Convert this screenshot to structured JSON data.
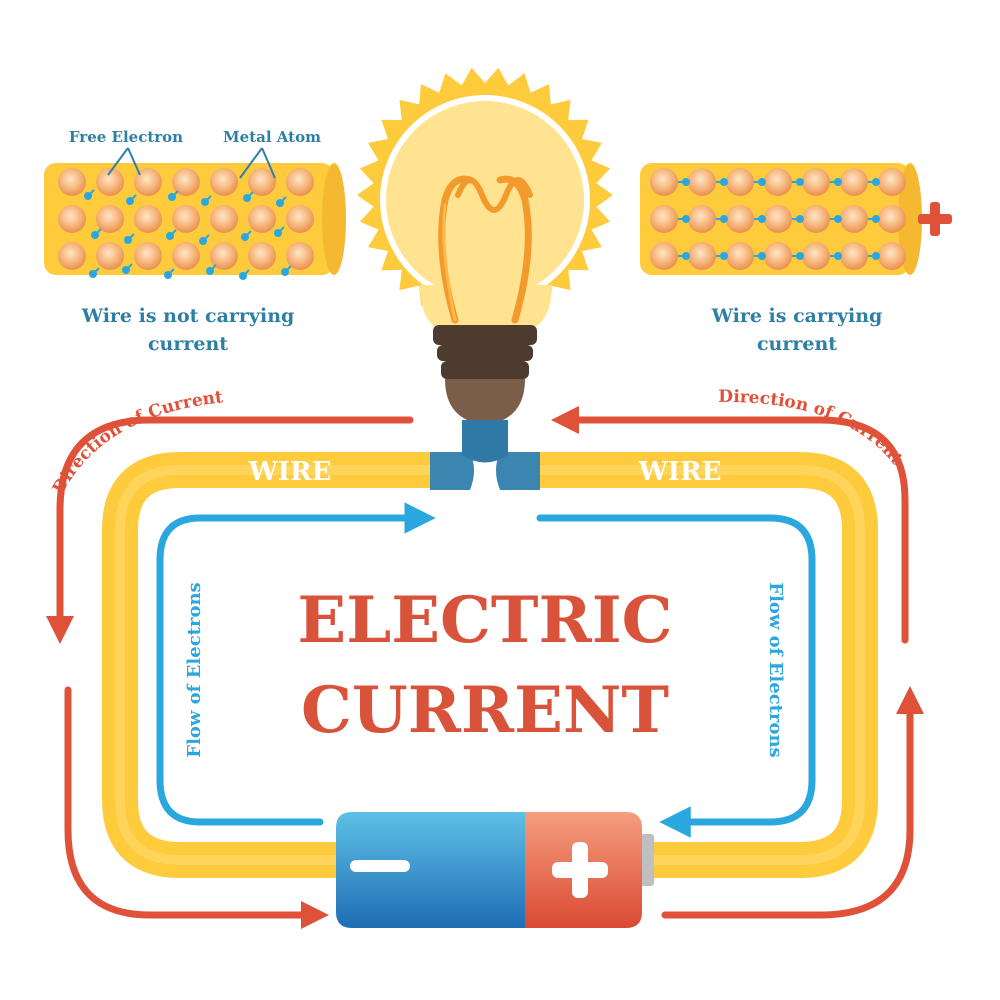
{
  "title": {
    "line1": "ELECTRIC",
    "line2": "CURRENT"
  },
  "wire_samples": {
    "free_electron_label": "Free Electron",
    "metal_atom_label": "Metal Atom",
    "not_carrying_line1": "Wire is not carrying",
    "not_carrying_line2": "current",
    "carrying_line1": "Wire is carrying",
    "carrying_line2": "current",
    "atom_rows": 3,
    "atom_cols": 7
  },
  "circuit": {
    "wire_left_label": "WIRE",
    "wire_right_label": "WIRE",
    "direction_left": "Direction of Current",
    "direction_right": "Direction of Current",
    "flow_left": "Flow of Electrons",
    "flow_right": "Flow of Electrons"
  },
  "battery": {
    "negative_symbol": "minus-icon",
    "positive_symbol": "plus-icon"
  },
  "colors": {
    "wire_yellow": "#FDCB3C",
    "wire_yellow_light": "#FFE08A",
    "current_red": "#E0513A",
    "electron_blue": "#2BA7E0",
    "label_blue": "#2E7FA5",
    "atom_orange": "#F2A25C",
    "title_red": "#D9533B",
    "battery_blue": "#2D7FC1",
    "battery_red": "#E15B3F"
  }
}
